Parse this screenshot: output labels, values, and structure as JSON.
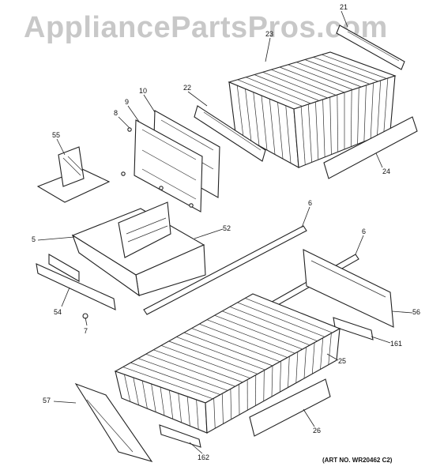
{
  "watermark": "AppliancePartsPros.com",
  "art_number": "(ART NO. WR20462 C2)",
  "callouts": [
    {
      "id": "c21",
      "text": "21"
    },
    {
      "id": "c23",
      "text": "23"
    },
    {
      "id": "c10",
      "text": "10"
    },
    {
      "id": "c22",
      "text": "22"
    },
    {
      "id": "c9",
      "text": "9"
    },
    {
      "id": "c8",
      "text": "8"
    },
    {
      "id": "c55",
      "text": "55"
    },
    {
      "id": "c24",
      "text": "24"
    },
    {
      "id": "c6a",
      "text": "6"
    },
    {
      "id": "c6b",
      "text": "6"
    },
    {
      "id": "c5",
      "text": "5"
    },
    {
      "id": "c52",
      "text": "52"
    },
    {
      "id": "c54",
      "text": "54"
    },
    {
      "id": "c7",
      "text": "7"
    },
    {
      "id": "c56",
      "text": "56"
    },
    {
      "id": "c161",
      "text": "161"
    },
    {
      "id": "c25",
      "text": "25"
    },
    {
      "id": "c57",
      "text": "57"
    },
    {
      "id": "c26",
      "text": "26"
    },
    {
      "id": "c162",
      "text": "162"
    }
  ]
}
